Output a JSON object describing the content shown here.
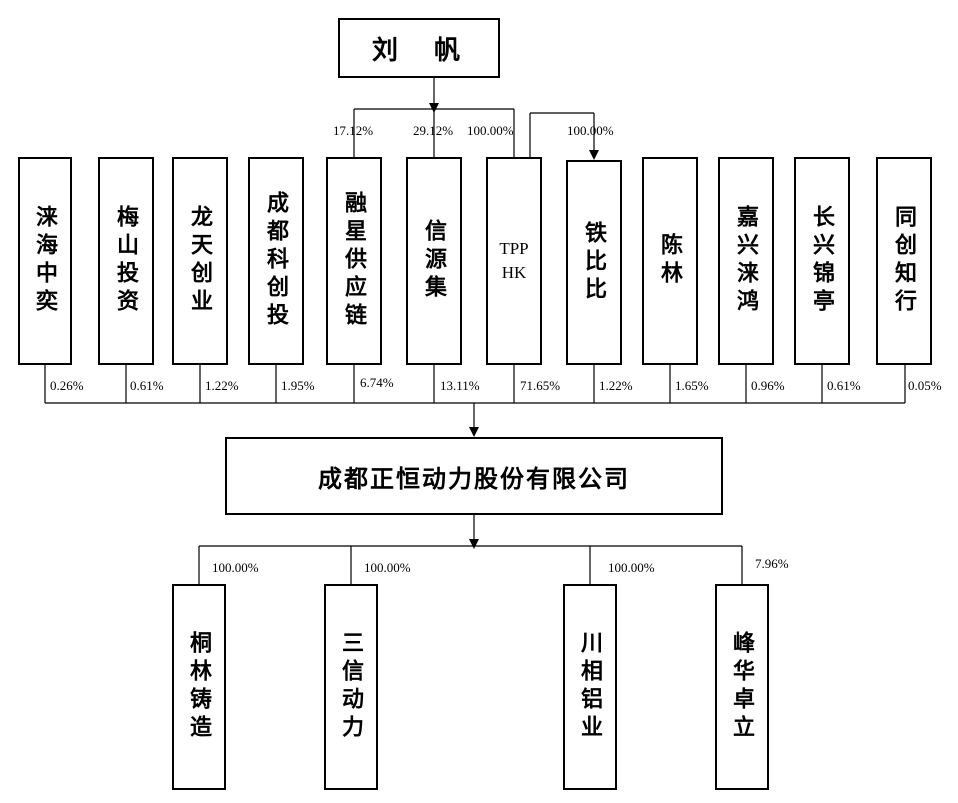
{
  "top": {
    "name": "刘  帆"
  },
  "upper_percentages": {
    "rongxing": "17.12%",
    "xinyuanji": "29.12%",
    "tpp_hk": "100.00%",
    "tiebibi": "100.00%"
  },
  "shareholders": [
    {
      "name": "涞海中奕",
      "pct": "0.26%"
    },
    {
      "name": "梅山投资",
      "pct": "0.61%"
    },
    {
      "name": "龙天创业",
      "pct": "1.22%"
    },
    {
      "name": "成都科创投",
      "pct": "1.95%"
    },
    {
      "name": "融星供应链",
      "pct": "6.74%"
    },
    {
      "name": "信源集",
      "pct": "13.11%"
    },
    {
      "name": "TPP\nHK",
      "pct": "71.65%"
    },
    {
      "name": "铁比比",
      "pct": "1.22%"
    },
    {
      "name": "陈林",
      "pct": "1.65%"
    },
    {
      "name": "嘉兴涞鸿",
      "pct": "0.96%"
    },
    {
      "name": "长兴锦亭",
      "pct": "0.61%"
    },
    {
      "name": "同创知行",
      "pct": "0.05%"
    }
  ],
  "company": {
    "name": "成都正恒动力股份有限公司"
  },
  "subsidiaries": [
    {
      "name": "桐林铸造",
      "pct": "100.00%"
    },
    {
      "name": "三信动力",
      "pct": "100.00%"
    },
    {
      "name": "川相铝业",
      "pct": "100.00%"
    },
    {
      "name": "峰华卓立",
      "pct": "7.96%"
    }
  ]
}
